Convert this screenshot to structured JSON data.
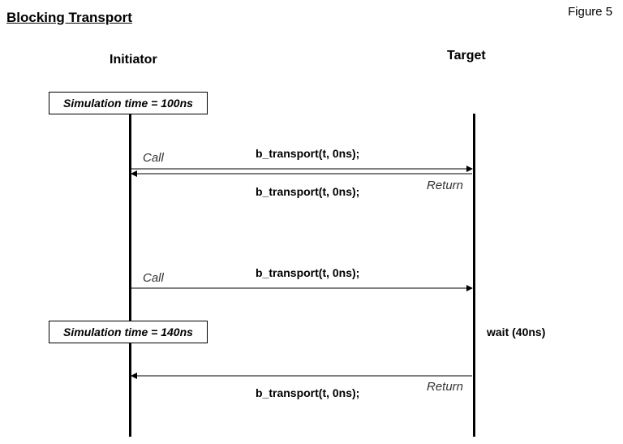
{
  "title": "Blocking Transport",
  "figure_label": "Figure 5",
  "lanes": {
    "initiator": "Initiator",
    "target": "Target"
  },
  "time_boxes": {
    "first": "Simulation time = 100ns",
    "second": "Simulation time = 140ns"
  },
  "messages": {
    "call_1": {
      "label": "Call",
      "text": "b_transport(t, 0ns);"
    },
    "return_1": {
      "label": "Return",
      "text": "b_transport(t, 0ns);"
    },
    "call_2": {
      "label": "Call",
      "text": "b_transport(t, 0ns);"
    },
    "return_2": {
      "label": "Return",
      "text": "b_transport(t, 0ns);"
    }
  },
  "wait_text": "wait (40ns)"
}
